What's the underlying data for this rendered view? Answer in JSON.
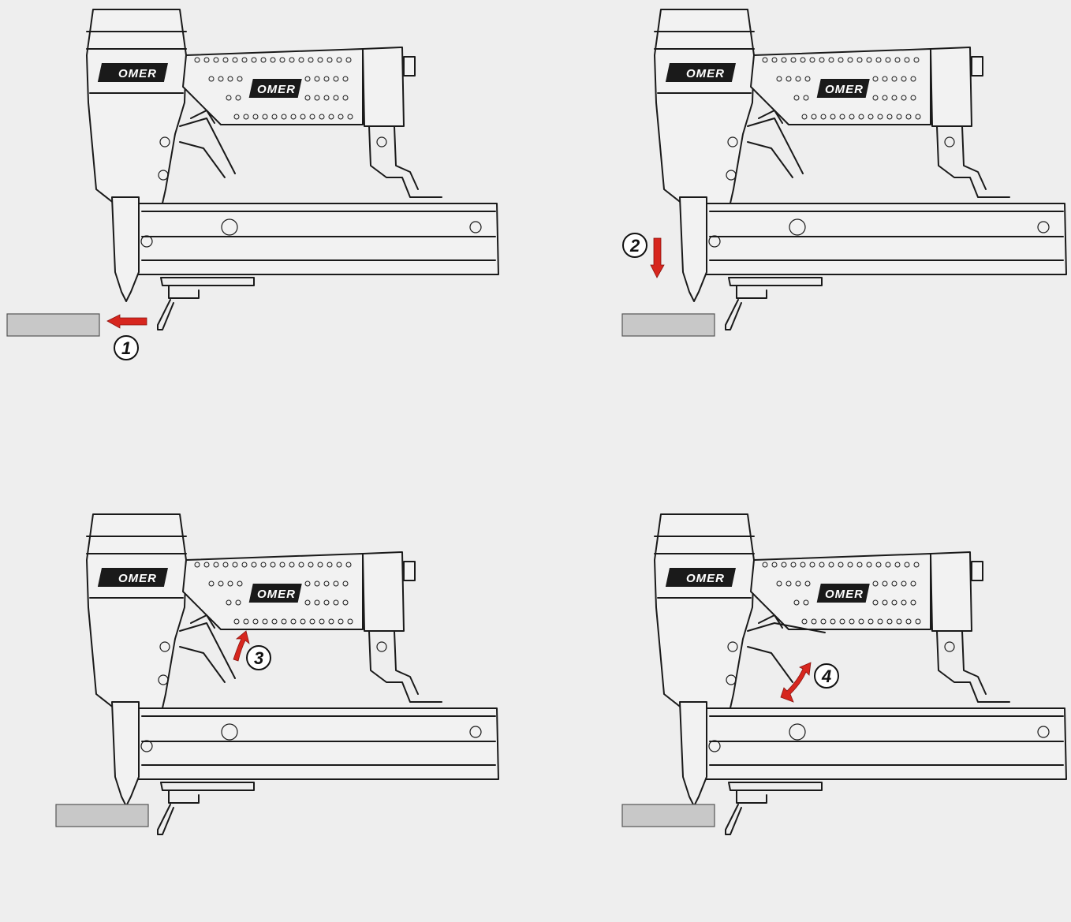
{
  "brand": {
    "name": "OMER"
  },
  "colors": {
    "background": "#eeeeee",
    "arrow": "#d7261e",
    "workpiece": "#c8c8c8",
    "line": "#1a1a1a"
  },
  "steps": [
    {
      "number": "1",
      "arrow": "left"
    },
    {
      "number": "2",
      "arrow": "down"
    },
    {
      "number": "3",
      "arrow": "up-curved"
    },
    {
      "number": "4",
      "arrow": "double-curved"
    }
  ]
}
